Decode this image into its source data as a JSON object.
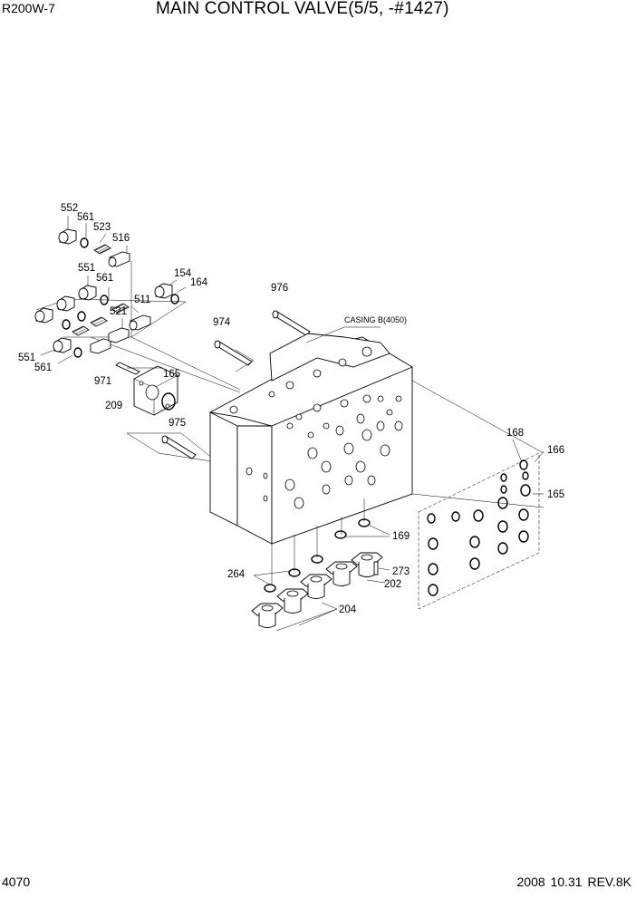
{
  "header": {
    "model": "R200W-7",
    "title": "MAIN CONTROL VALVE(5/5, -#1427)"
  },
  "footer": {
    "page": "4070",
    "revision": "2008  10.31  REV.8K"
  },
  "casing_label": "CASING B(4050)",
  "parts": {
    "p552": "552",
    "p561a": "561",
    "p523": "523",
    "p516": "516",
    "p551a": "551",
    "p561b": "561",
    "p521": "521",
    "p511": "511",
    "p154": "154",
    "p164": "164",
    "p551b": "551",
    "p561c": "561",
    "p971": "971",
    "p165a": "165",
    "p209": "209",
    "p974": "974",
    "p976": "976",
    "p975": "975",
    "p168": "168",
    "p166": "166",
    "p165b": "165",
    "p169": "169",
    "p264": "264",
    "p273": "273",
    "p202": "202",
    "p204": "204"
  }
}
